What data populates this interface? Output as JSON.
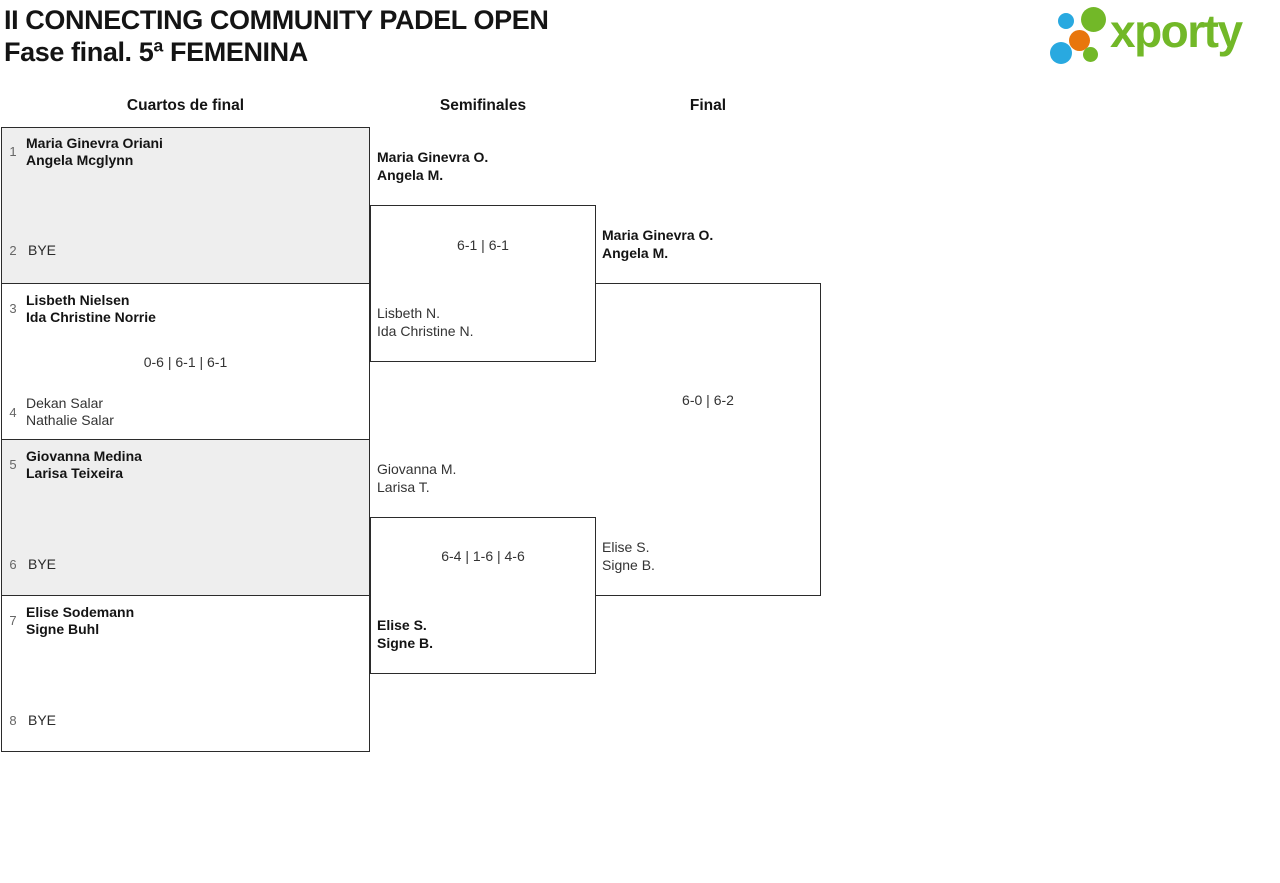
{
  "header": {
    "title_line1": "II CONNECTING COMMUNITY PADEL OPEN",
    "title_line2": "Fase final. 5ª FEMENINA",
    "logo_text": "xporty"
  },
  "columns": {
    "quarterfinals": "Cuartos de final",
    "semifinals": "Semifinales",
    "final": "Final"
  },
  "colors": {
    "logo_green": "#72b828",
    "logo_blue": "#29a9e0",
    "logo_orange": "#e8760c",
    "box_grey": "#eeeeee",
    "border": "#2b2b2b"
  },
  "bracket": {
    "quarterfinals": [
      {
        "seed1": "1",
        "team1": [
          "Maria Ginevra Oriani",
          "Angela Mcglynn"
        ],
        "seed2": "2",
        "team2": [
          "BYE"
        ],
        "score": "",
        "winner": "team1"
      },
      {
        "seed1": "3",
        "team1": [
          "Lisbeth Nielsen",
          "Ida Christine Norrie"
        ],
        "seed2": "4",
        "team2": [
          "Dekan Salar",
          "Nathalie Salar"
        ],
        "score": "0-6 | 6-1 | 6-1",
        "winner": "team1"
      },
      {
        "seed1": "5",
        "team1": [
          "Giovanna Medina",
          "Larisa Teixeira"
        ],
        "seed2": "6",
        "team2": [
          "BYE"
        ],
        "score": "",
        "winner": "team1"
      },
      {
        "seed1": "7",
        "team1": [
          "Elise Sodemann",
          "Signe Buhl"
        ],
        "seed2": "8",
        "team2": [
          "BYE"
        ],
        "score": "",
        "winner": "team1"
      }
    ],
    "semifinals": [
      {
        "team1": [
          "Maria Ginevra O.",
          "Angela M."
        ],
        "team2": [
          "Lisbeth N.",
          "Ida Christine N."
        ],
        "score": "6-1 | 6-1",
        "winner": "team1"
      },
      {
        "team1": [
          "Giovanna M.",
          "Larisa T."
        ],
        "team2": [
          "Elise S.",
          "Signe B."
        ],
        "score": "6-4 | 1-6 | 4-6",
        "winner": "team2"
      }
    ],
    "final": {
      "team1": [
        "Maria Ginevra O.",
        "Angela M."
      ],
      "team2": [
        "Elise S.",
        "Signe B."
      ],
      "score": "6-0 | 6-2",
      "winner": "team1"
    }
  }
}
